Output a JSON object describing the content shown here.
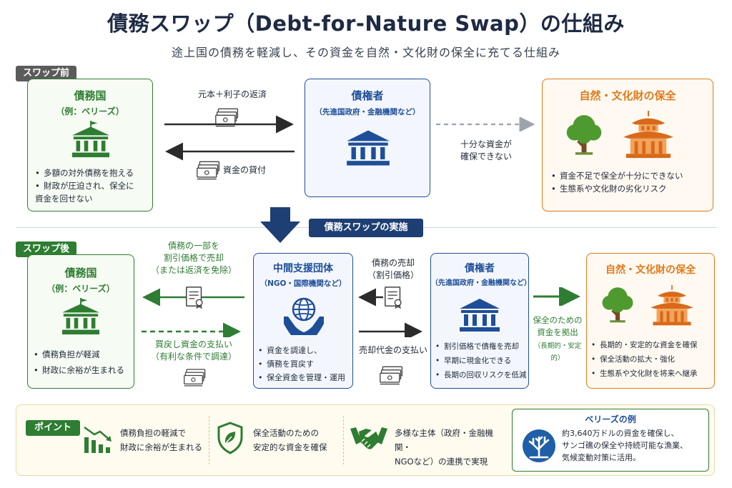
{
  "title": "債務スワップ（Debt-for-Nature Swap）の仕組み",
  "subtitle": "途上国の債務を軽減し、その資金を自然・文化財の保全に充てる仕組み",
  "before": {
    "tag": "スワップ前",
    "debtor": {
      "title": "債務国",
      "sub": "（例：ベリーズ）",
      "bullets": [
        "多額の対外債務を抱える",
        "財政が圧迫され、保全に",
        "資金を回せない"
      ]
    },
    "arrow_repay": "元本＋利子の返済",
    "arrow_loan": "資金の貸付",
    "creditor": {
      "title": "債権者",
      "sub": "（先進国政府・金融機関など）"
    },
    "arrow_dashed": [
      "十分な資金が",
      "確保できない"
    ],
    "nature": {
      "title": "自然・文化財の保全",
      "bullets": [
        "資金不足で保全が十分にできない",
        "生態系や文化財の劣化リスク"
      ]
    }
  },
  "banner": "債務スワップの実施",
  "after": {
    "tag": "スワップ後",
    "debtor": {
      "title": "債務国",
      "sub": "（例：ベリーズ）",
      "bullets": [
        "債務負担が軽減",
        "財政に余裕が生まれる"
      ]
    },
    "arrow_top": [
      "債務の一部を",
      "割引価格で売却",
      "（または返済を免除）"
    ],
    "arrow_bottom": [
      "買戻し資金の支払い",
      "（有利な条件で調達）"
    ],
    "intermediary": {
      "title": "中間支援団体",
      "sub": "（NGO・国際機関など）",
      "bullets": [
        "資金を調達し、",
        "債務を買戻す",
        "保全資金を管理・運用"
      ]
    },
    "arrow_sale": [
      "債務の売却",
      "（割引価格）"
    ],
    "arrow_payment": "売却代金の支払い",
    "creditor": {
      "title": "債権者",
      "sub": "（先進国政府・金融機関など）",
      "bullets": [
        "割引価格で債権を売却",
        "早期に現金化できる",
        "長期の回収リスクを低減"
      ]
    },
    "arrow_fund": [
      "保全のための",
      "資金を拠出"
    ],
    "arrow_fund_sub": "（長期的・安定的）",
    "nature": {
      "title": "自然・文化財の保全",
      "bullets": [
        "長期的・安定的な資金を確保",
        "保全活動の拡大・強化",
        "生態系や文化財を将来へ継承"
      ]
    }
  },
  "points": {
    "tag": "ポイント",
    "items": [
      {
        "icon": "bar-chart-down-icon",
        "lines": [
          "債務負担の軽減で",
          "財政に余裕が生まれる"
        ]
      },
      {
        "icon": "shield-leaf-icon",
        "lines": [
          "保全活動のための",
          "安定的な資金を確保"
        ]
      },
      {
        "icon": "handshake-icon",
        "lines": [
          "多様な主体（政府・金融機関・",
          "NGOなど）の連携で実現"
        ]
      }
    ],
    "belize": {
      "title": "ベリーズの例",
      "lines": [
        "約3,640万ドルの資金を確保し、",
        "サンゴ礁の保全や持続可能な漁業、",
        "気候変動対策に活用。"
      ]
    }
  },
  "colors": {
    "green": "#2e7d32",
    "blue": "#1f4e99",
    "orange": "#e07a1a",
    "navy": "#1e3f73"
  }
}
